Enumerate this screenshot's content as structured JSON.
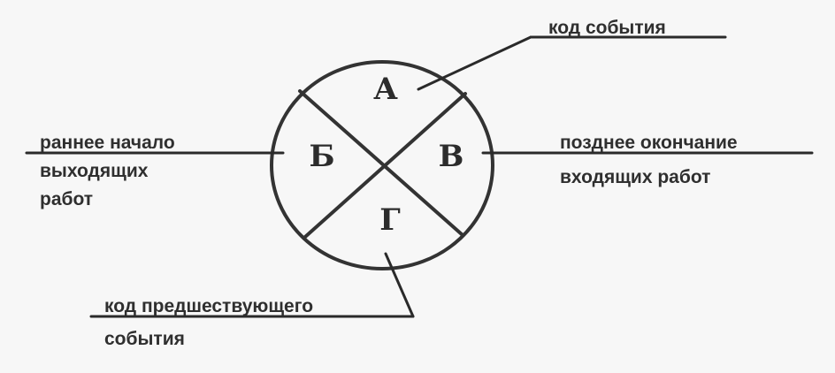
{
  "event_node": {
    "sectors": {
      "top": "А",
      "left": "Б",
      "right": "В",
      "bottom": "Г"
    }
  },
  "labels": {
    "event_code": "код события",
    "early_start": [
      "раннее начало",
      "выходящих",
      "работ"
    ],
    "late_finish": [
      "позднее окончание",
      "входящих работ"
    ],
    "predecessor_code": [
      "код предшествующего",
      "события"
    ]
  },
  "colors": {
    "background": "#f7f7f7",
    "line": "#333333",
    "text": "#2f2f2f"
  }
}
